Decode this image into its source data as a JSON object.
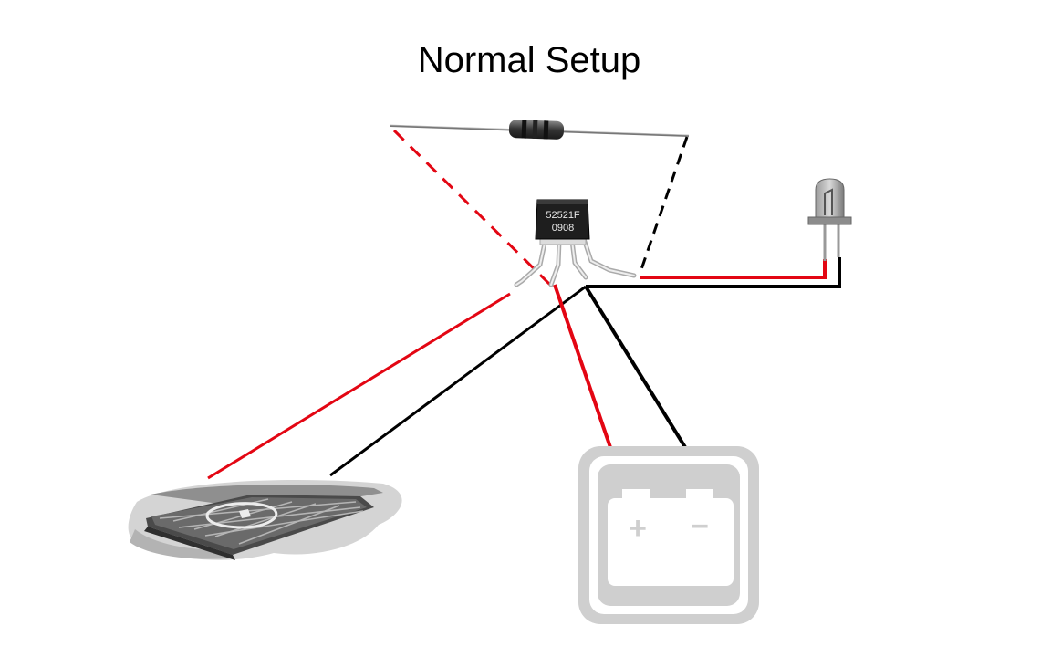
{
  "title": "Normal Setup",
  "components": {
    "chip": {
      "line1": "52521F",
      "line2": "0908"
    },
    "battery": {
      "plus": "+",
      "minus": "−"
    }
  },
  "colors": {
    "wire_red": "#e30613",
    "wire_black": "#000000",
    "gray_light": "#d0d0d0",
    "gray_dark": "#555555"
  },
  "icons": [
    "resistor-icon",
    "transistor-icon",
    "led-icon",
    "solar-panel-icon",
    "battery-icon"
  ]
}
